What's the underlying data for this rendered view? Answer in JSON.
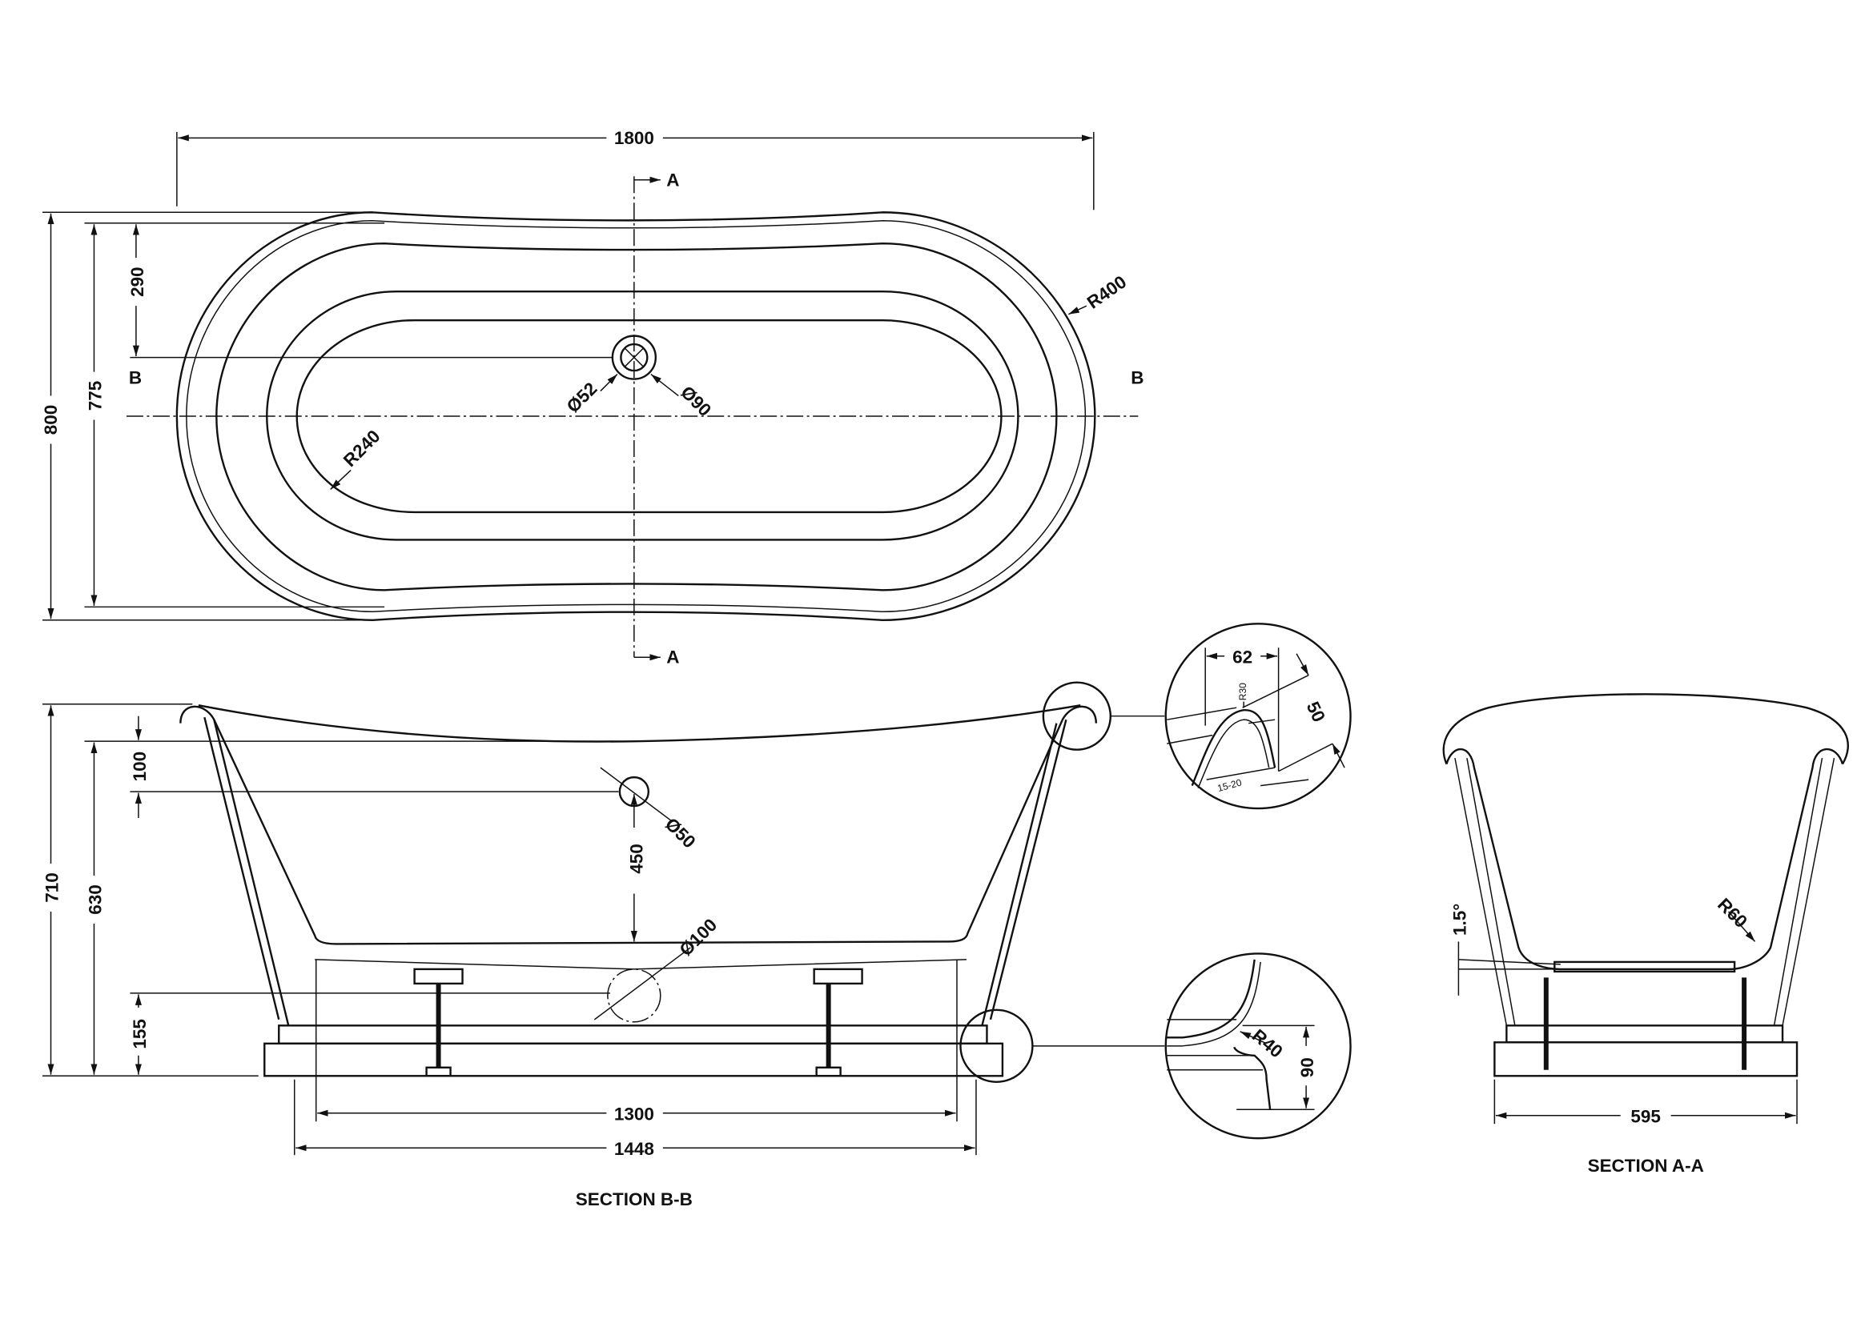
{
  "plan_view": {
    "overall_length": "1800",
    "overall_width": "800",
    "inner_width": "775",
    "waste_offset": "290",
    "end_radius": "R400",
    "inner_radius": "R240",
    "waste_inner_dia": "Ø52",
    "waste_outer_dia": "Ø90",
    "section_a_label": "A",
    "section_b_label": "B"
  },
  "section_bb": {
    "title": "SECTION B-B",
    "overall_height": "710",
    "rim_height": "630",
    "overflow_drop": "100",
    "overflow_to_base": "450",
    "overflow_dia": "Ø50",
    "waste_dia": "Ø100",
    "waste_height": "155",
    "leg_spacing": "1300",
    "plinth_length": "1448"
  },
  "detail_rim": {
    "width": "62",
    "depth": "50",
    "radius": "R30",
    "thickness": "15-20"
  },
  "detail_base": {
    "radius": "R40",
    "height": "90"
  },
  "section_aa": {
    "title": "SECTION A-A",
    "width": "595",
    "radius": "R60",
    "slope": "1.5°"
  }
}
